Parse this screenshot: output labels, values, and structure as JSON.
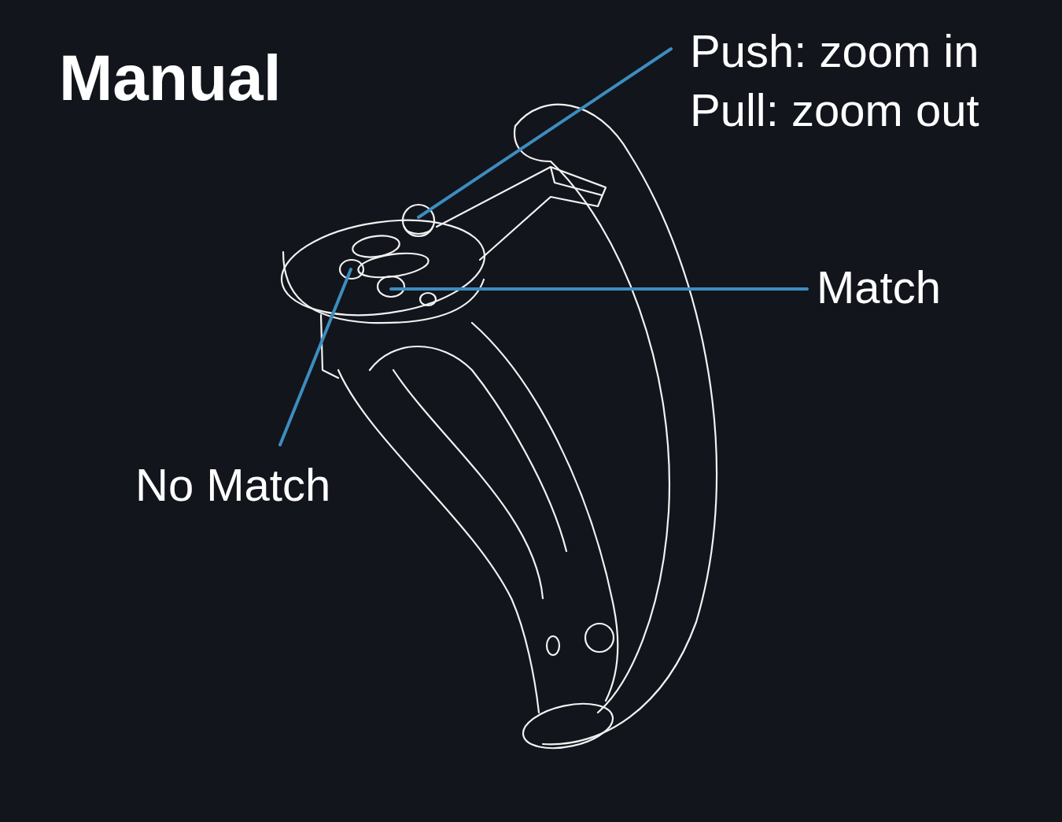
{
  "diagram": {
    "title": "Manual",
    "labels": [
      "Push: zoom in",
      "Pull: zoom out",
      "Match",
      "No Match"
    ]
  }
}
